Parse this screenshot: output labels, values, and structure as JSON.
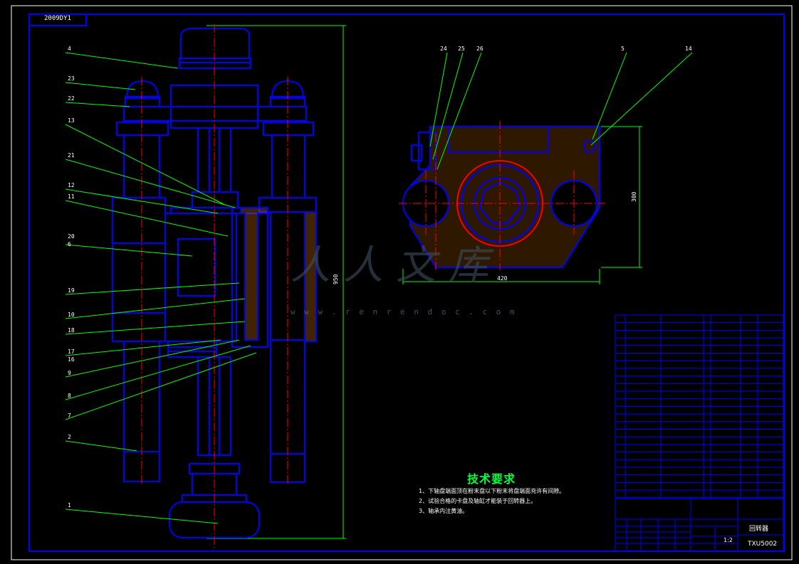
{
  "sheet": {
    "doc_id": "2009DY1",
    "colors": {
      "background": "#000000",
      "outline": "#0000ff",
      "leader": "#00ff00",
      "centerline": "#ff0000",
      "hatch": "#ff8c00",
      "text": "#ffffff",
      "title": "#00ff40"
    }
  },
  "front_view": {
    "part_labels": [
      "4",
      "23",
      "22",
      "13",
      "21",
      "12",
      "11",
      "20",
      "6",
      "19",
      "10",
      "18",
      "17",
      "16",
      "9",
      "8",
      "7",
      "2",
      "1"
    ],
    "dimension_height": "950"
  },
  "section_view": {
    "part_labels": [
      "24",
      "25",
      "26",
      "5",
      "14"
    ],
    "dimension_width": "420",
    "dimension_height": "300"
  },
  "technical_requirements": {
    "title": "技术要求",
    "items": [
      "1、下轴盘端面顶在粉末盘以下粉末将盘端面充许有间隙。",
      "2、试验合格的卡盘及轴缸才能装于回转器上。",
      "3、轴承内注黄油。"
    ]
  },
  "title_block": {
    "drawing_name": "回转器",
    "drawing_number": "TXU5002",
    "scale": "1:2"
  },
  "watermark": {
    "text": "w w w . r e n r e n d o c . c o m"
  }
}
